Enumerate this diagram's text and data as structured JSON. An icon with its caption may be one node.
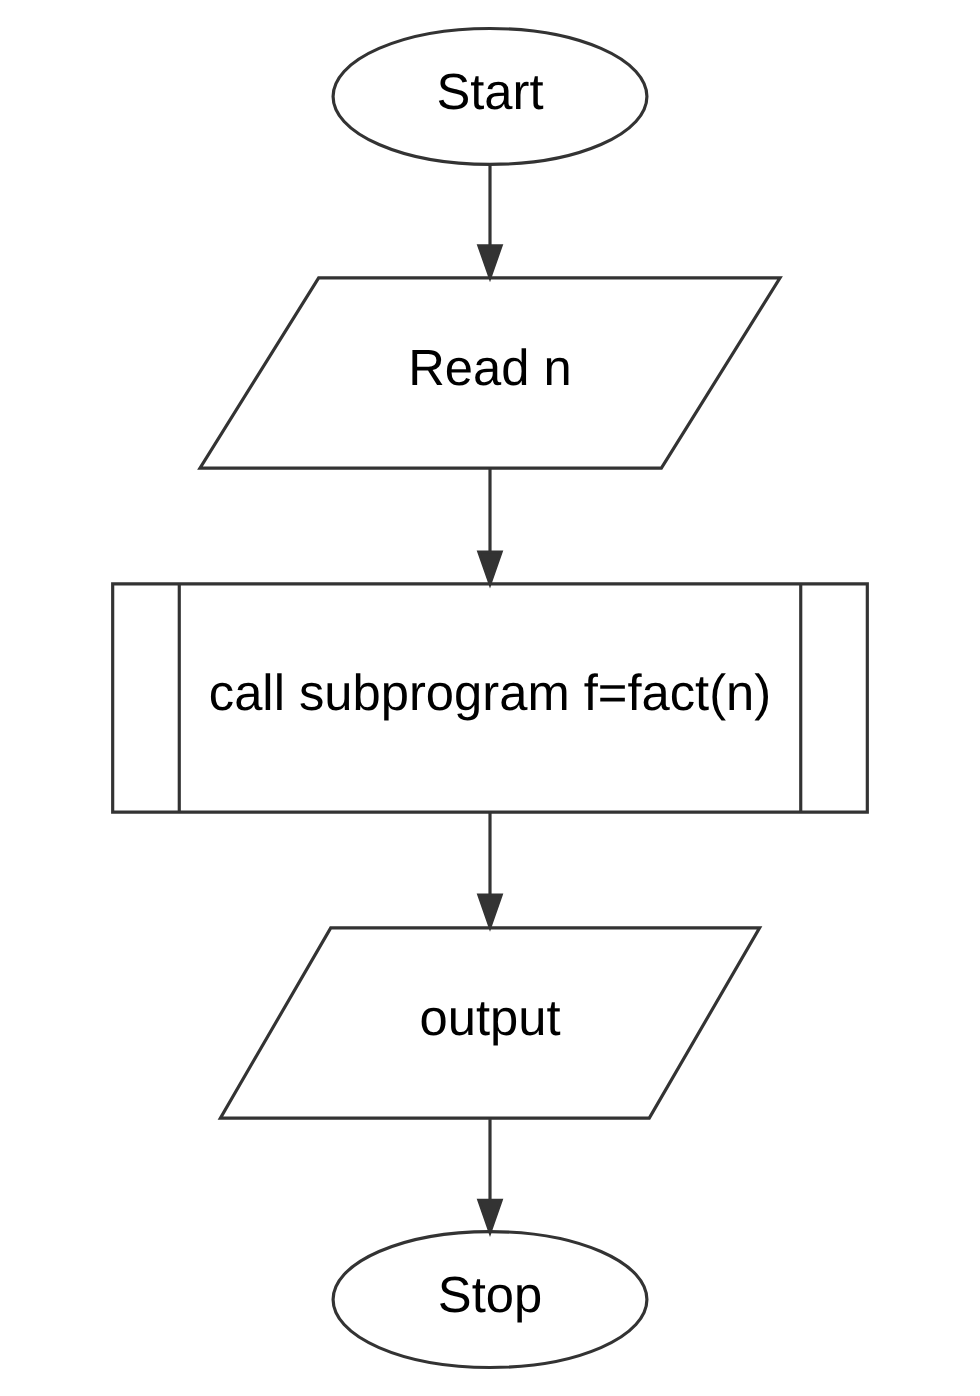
{
  "diagram": {
    "nodes": [
      {
        "text": [
          "Start"
        ]
      },
      {
        "text": [
          "Read n"
        ]
      },
      {
        "text": [
          "call subprogram f=fact(n)"
        ]
      },
      {
        "text": [
          "output"
        ]
      },
      {
        "text": [
          "Stop"
        ]
      }
    ],
    "edges": [
      {
        "from": 0,
        "to": 1,
        "arrow": "to"
      },
      {
        "from": 1,
        "to": 2,
        "arrow": "to"
      },
      {
        "from": 2,
        "to": 3,
        "arrow": "to"
      },
      {
        "from": 3,
        "to": 4,
        "arrow": "to"
      }
    ]
  }
}
